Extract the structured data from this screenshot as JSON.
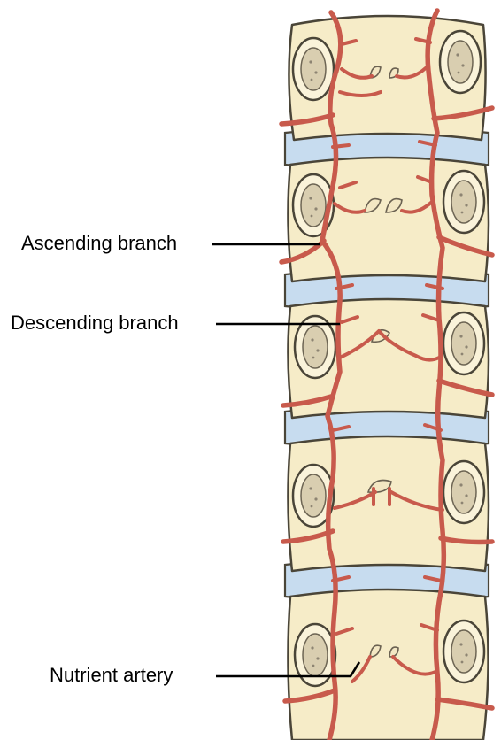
{
  "labels": {
    "ascending_branch": "Ascending branch",
    "descending_branch": "Descending branch",
    "nutrient_artery": "Nutrient artery"
  },
  "colors": {
    "vertebral_body": "#f6ecc8",
    "intervertebral_disc": "#c7dcef",
    "artery": "#c85a4c",
    "outline": "#4a4538"
  }
}
